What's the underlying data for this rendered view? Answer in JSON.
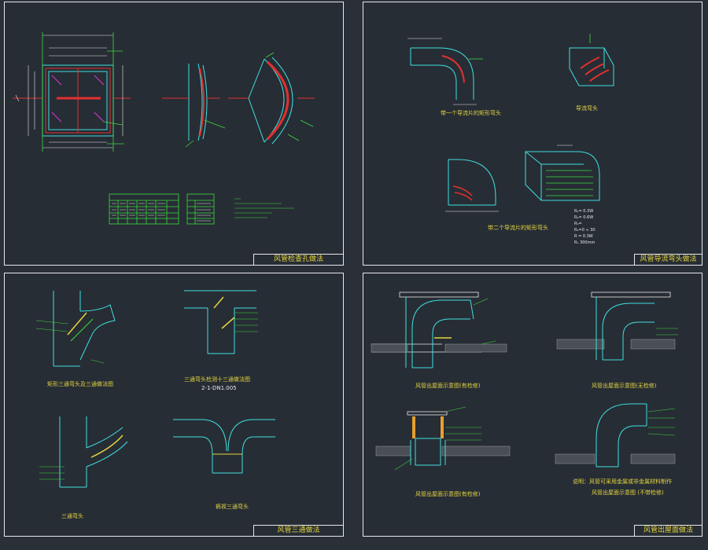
{
  "sheets": [
    {
      "title": "风管检查孔做法"
    },
    {
      "title": "风管导流弯头做法"
    },
    {
      "title": "风管三通做法"
    },
    {
      "title": "风管出屋面做法"
    }
  ],
  "sheet2": {
    "cap_a": "带一个导流片的矩形弯头",
    "cap_b": "导流弯头",
    "cap_c": "带二个导流片的矩形弯头",
    "formula_lines": [
      "R₁= 0.3W",
      "R₂= 0.6W",
      "R₃=",
      "R₁=0 ≈ 30",
      "R = 0.3W",
      "R₁  300mm"
    ]
  },
  "sheet3": {
    "cap_a": "矩形三通弯头及三通做法图",
    "cap_b": "三通弯头检测十三通做法图",
    "cap_b2": "2-1-DN1.005",
    "cap_c": "三通弯头",
    "cap_d": "裤衩三通弯头"
  },
  "sheet4": {
    "cap_a": "风管出屋面示意图(有检修)",
    "cap_b": "风管出屋面示意图(无检修)",
    "cap_c": "风管出屋面示意图(有检修)",
    "cap_d": "风管出屋面示意图 (不带检修)",
    "note": "说明：风管可采用金属或非金属材料制作"
  },
  "colors": {
    "frame": "#e8e8e8",
    "cyan": "#3fe0e0",
    "green": "#3ddc3d",
    "red": "#e23030",
    "yellow": "#e6d640",
    "magenta": "#d838d8"
  }
}
